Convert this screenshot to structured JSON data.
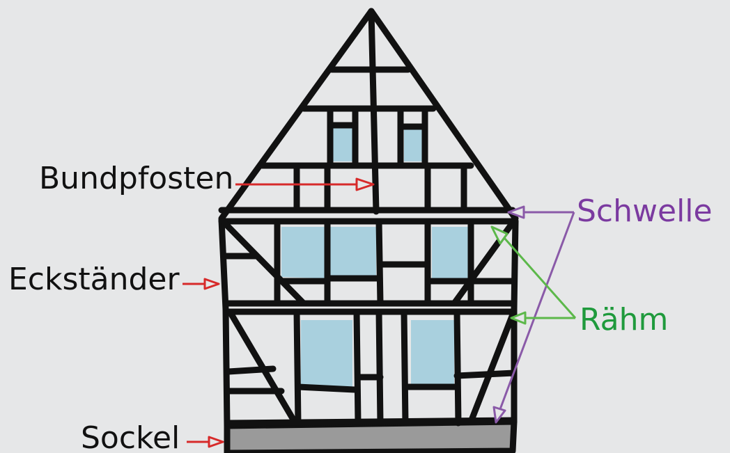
{
  "labels": {
    "bundpfosten": "Bundpfosten",
    "eckstaender": "Eckständer",
    "sockel": "Sockel",
    "schwelle": "Schwelle",
    "raehm": "Rähm"
  },
  "colors": {
    "background": "#e6e7e8",
    "timber": "#111111",
    "glass": "#a9d0de",
    "plinth": "#9a9a9a",
    "red_arrow": "#d72a2a",
    "purple_arrow": "#8a5aa8",
    "purple_text": "#7b3aa0",
    "green_arrow": "#5cb84a",
    "green_text": "#1f9a3c"
  }
}
